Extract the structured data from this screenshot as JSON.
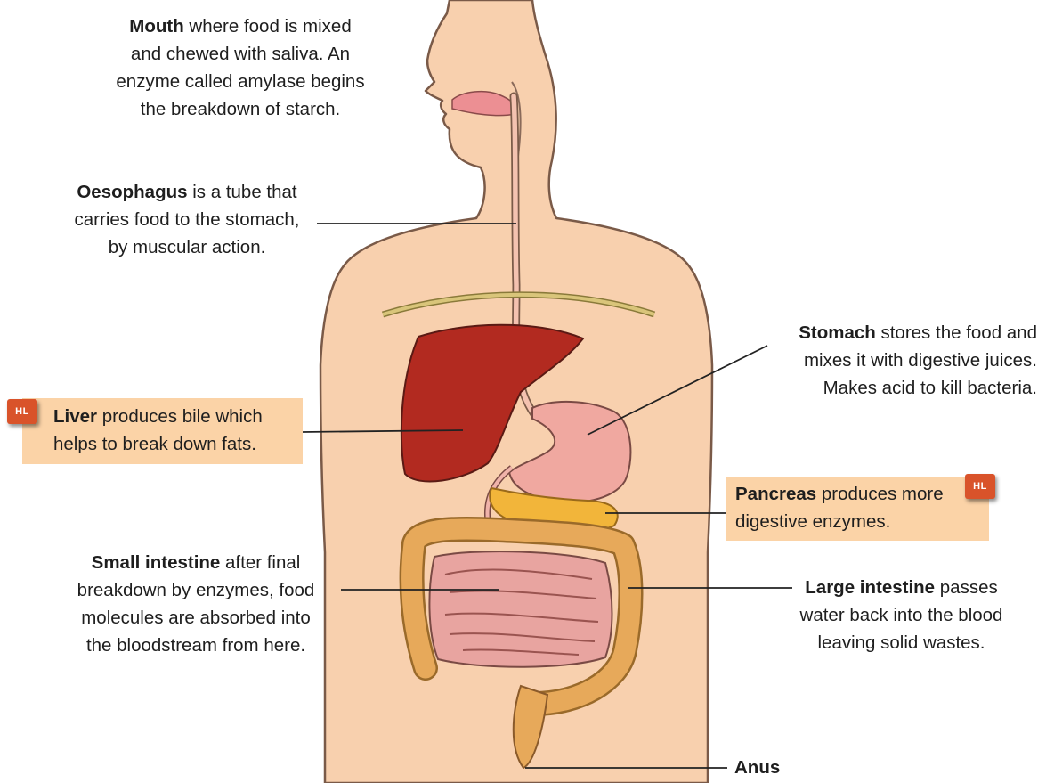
{
  "labels": {
    "mouth": {
      "term": "Mouth",
      "lines": [
        " where food is mixed",
        "and chewed with saliva. An",
        "enzyme called amylase begins",
        "the breakdown of starch."
      ]
    },
    "oesophagus": {
      "term": "Oesophagus",
      "lines": [
        " is a tube that",
        "carries food to the stomach,",
        "by muscular action."
      ]
    },
    "stomach": {
      "term": "Stomach",
      "lines": [
        " stores the food and",
        "mixes it with digestive juices.",
        "Makes acid to kill bacteria."
      ]
    },
    "liver": {
      "term": "Liver",
      "lines": [
        " produces bile which",
        "helps to break down fats."
      ]
    },
    "pancreas": {
      "term": "Pancreas",
      "lines": [
        " produces more",
        "digestive enzymes."
      ]
    },
    "small_intestine": {
      "term": "Small intestine",
      "lines": [
        " after final",
        "breakdown by enzymes, food",
        "molecules are absorbed into",
        "the bloodstream from here."
      ]
    },
    "large_intestine": {
      "term": "Large intestine",
      "lines": [
        " passes",
        "water back into the blood",
        "leaving solid wastes."
      ]
    },
    "anus": {
      "term": "Anus"
    }
  },
  "badges": {
    "liver": "HL",
    "pancreas": "HL"
  },
  "colors": {
    "skin": "#f8d0ae",
    "skin_outline": "#7a5a48",
    "liver": "#b22a20",
    "stomach": "#f0a8a0",
    "pancreas": "#f2b53a",
    "small_intestine": "#e8a4a0",
    "large_intestine": "#e7a95a",
    "highlight_box": "#fbd3a7",
    "badge": "#d9532a"
  }
}
